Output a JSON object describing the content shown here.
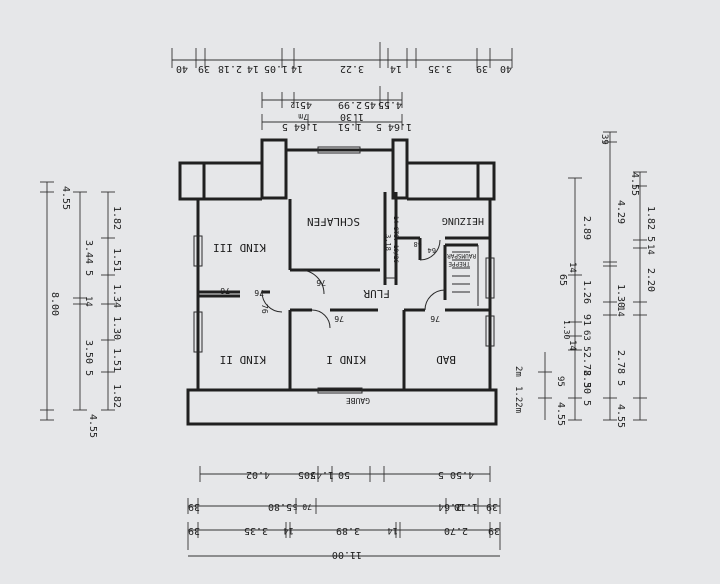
{
  "rooms": {
    "kind3": "KIND III",
    "schlafen": "SCHLAFEN",
    "heizung": "HEIZUNG",
    "flur": "FLUR",
    "kind2": "KIND II",
    "kind1": "KIND I",
    "bad": "BAD",
    "gaube": "GAUBE",
    "raumspar": "RAUMSPAR",
    "treppe": "TREPPE",
    "stg": "14 STG. 19/26",
    "stg2": "3.18"
  },
  "door_labels": {
    "d_kind3": "76",
    "d_schlafen": "76",
    "d_kind2": "76",
    "d_kind1": "76",
    "d_bad": "76",
    "d_heizung": "64",
    "d_heizung2": "68",
    "d_flur": "76"
  },
  "top_dims": {
    "r1": [
      "40",
      "39",
      "3.35",
      "14",
      "3.22",
      "14",
      "1.05",
      "14",
      "2.18",
      "39",
      "40"
    ],
    "r2": [
      "4.55",
      "45",
      "2.99",
      "45",
      "12"
    ],
    "r2b": [
      "1.30",
      "7m"
    ],
    "r3": [
      "1.64 5",
      "1.51",
      "1.64 5"
    ]
  },
  "left_dims": {
    "outer": [
      "4.55",
      "8.00",
      "4.55"
    ],
    "mid": [
      "3.44 5",
      "14",
      "3.50 5"
    ],
    "inner": [
      "1.82",
      "1.51",
      "1.34",
      "1.30",
      "1.51",
      "1.82"
    ]
  },
  "right_dims": {
    "outer": [
      "39",
      "4.55",
      "4.29",
      "2.20",
      "1.30",
      "14",
      "2.78 5",
      "4.55"
    ],
    "outer2": [
      "1.82 5",
      "14"
    ],
    "inner": [
      "2.89",
      "14",
      "1.26",
      "65",
      "91",
      "63 5",
      "1.30",
      "14",
      "2.78 5",
      "2.30 5",
      "4.55",
      "95"
    ],
    "side": [
      "2m",
      "1.22m"
    ]
  },
  "bottom_dims": {
    "r1": [
      "4.50 5",
      "50",
      "1.47 5",
      "50",
      "4.02"
    ],
    "r2": [
      "39",
      "2.64",
      "70 5",
      "5.80",
      "1.10",
      "39"
    ],
    "r3": [
      "39",
      "3.35",
      "14",
      "3.89",
      "14",
      "2.70",
      "39"
    ],
    "r4": [
      "11.00"
    ]
  },
  "colors": {
    "paper": "#e6e7e9",
    "ink": "#1e1e1e"
  }
}
